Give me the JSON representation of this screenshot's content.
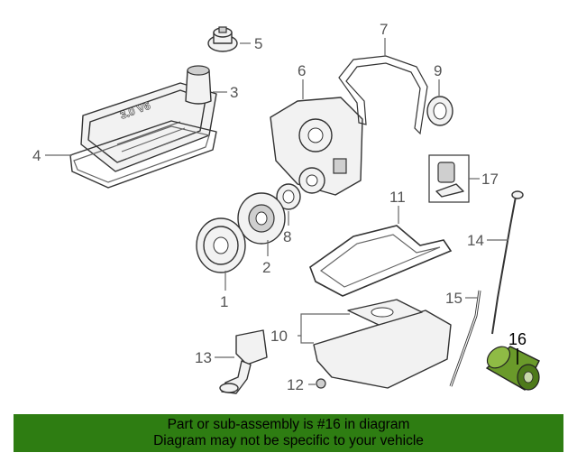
{
  "callouts": {
    "c1": "1",
    "c2": "2",
    "c3": "3",
    "c4": "4",
    "c5": "5",
    "c6": "6",
    "c7": "7",
    "c8": "8",
    "c9": "9",
    "c10": "10",
    "c11": "11",
    "c12": "12",
    "c13": "13",
    "c14": "14",
    "c15": "15",
    "c16": "16",
    "c17": "17"
  },
  "engine_badge": "3.0 V6",
  "highlighted_part": "16",
  "colors": {
    "banner_bg": "#2e7d12",
    "highlight_fill": "#6a9a2a",
    "line": "#333333"
  },
  "banner": {
    "line1": "Part or sub-assembly is #16 in diagram",
    "line2": "Diagram may not be specific to your vehicle"
  }
}
